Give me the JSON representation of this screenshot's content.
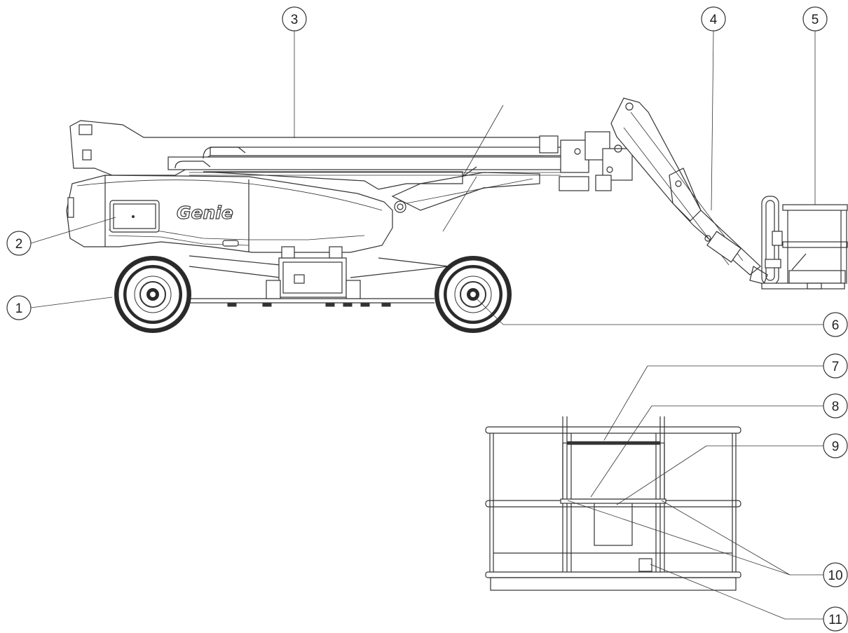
{
  "logo_text": "Genie",
  "callouts": [
    "1",
    "2",
    "3",
    "4",
    "5",
    "6",
    "7",
    "8",
    "9",
    "10",
    "11"
  ],
  "colors": {
    "line": "#333333",
    "background": "#ffffff"
  }
}
